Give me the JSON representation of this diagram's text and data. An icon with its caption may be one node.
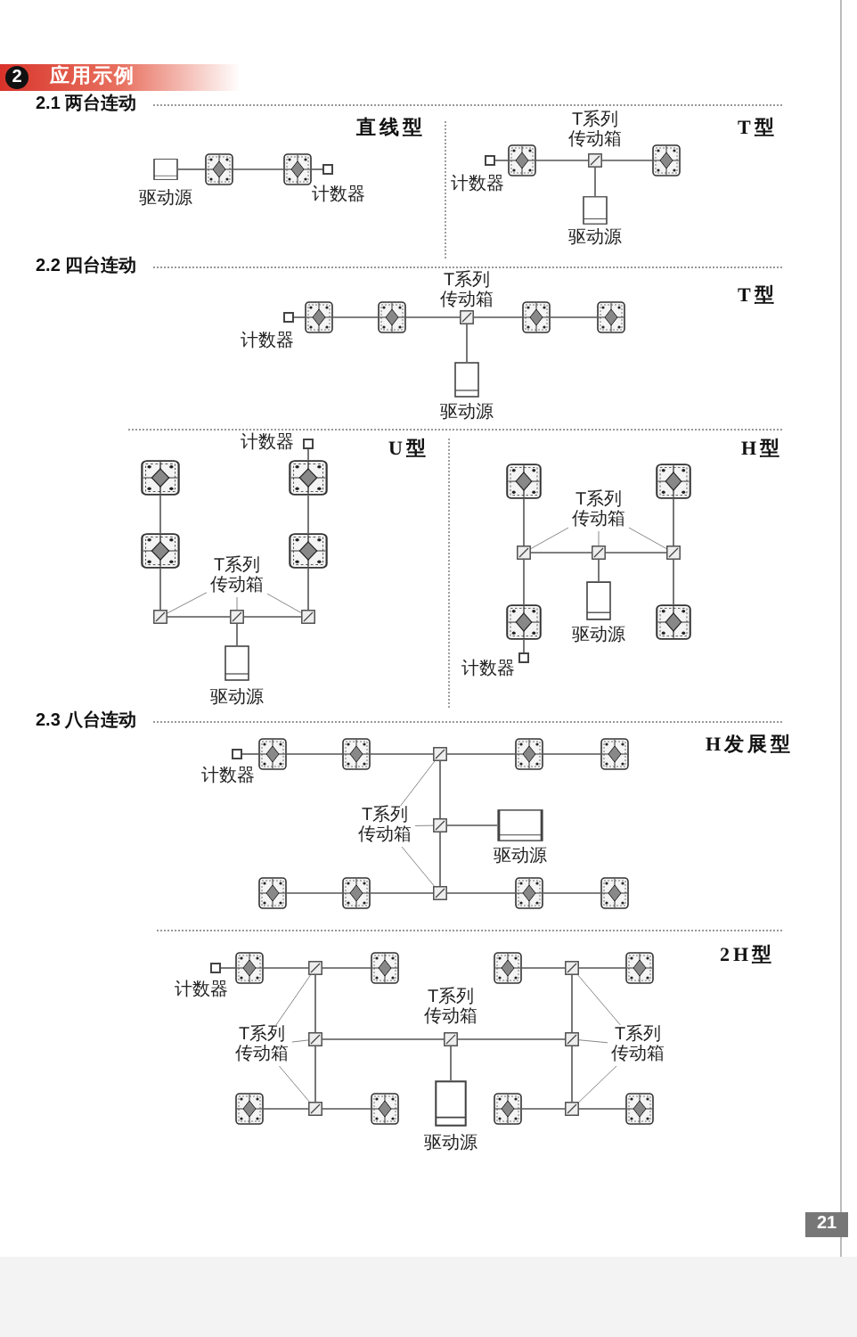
{
  "diagram": {
    "title": "应用示例",
    "nodes": [
      {
        "text": [],
        "shape": "box",
        "beside": [
          "驱动源"
        ]
      },
      {
        "text": [],
        "shape": "picture"
      },
      {
        "text": [],
        "shape": "picture"
      },
      {
        "text": [],
        "shape": "box",
        "beside": [
          "计数器"
        ]
      },
      {
        "text": [],
        "shape": "box",
        "beside": [
          "计数器"
        ]
      },
      {
        "text": [],
        "shape": "picture"
      },
      {
        "text": [],
        "shape": "box",
        "beside": [
          "T系列传动箱"
        ]
      },
      {
        "text": [],
        "shape": "picture"
      },
      {
        "text": [],
        "shape": "box",
        "beside": [
          "驱动源"
        ]
      },
      {
        "text": [],
        "shape": "box",
        "beside": [
          "计数器"
        ]
      },
      {
        "text": [],
        "shape": "picture"
      },
      {
        "text": [],
        "shape": "picture"
      },
      {
        "text": [],
        "shape": "box",
        "beside": [
          "T系列传动箱"
        ]
      },
      {
        "text": [],
        "shape": "picture"
      },
      {
        "text": [],
        "shape": "picture"
      },
      {
        "text": [],
        "shape": "box",
        "beside": [
          "驱动源"
        ]
      },
      {
        "text": [],
        "shape": "picture"
      },
      {
        "text": [],
        "shape": "picture"
      },
      {
        "text": [],
        "shape": "box",
        "beside": [
          "计数器"
        ]
      },
      {
        "text": [],
        "shape": "picture"
      },
      {
        "text": [],
        "shape": "picture"
      },
      {
        "text": [
          "T系列传动箱"
        ]
      },
      {
        "text": [],
        "shape": "box"
      },
      {
        "text": [],
        "shape": "box"
      },
      {
        "text": [],
        "shape": "box"
      },
      {
        "text": [],
        "shape": "box",
        "beside": [
          "驱动源"
        ]
      },
      {
        "text": [],
        "shape": "picture"
      },
      {
        "text": [],
        "shape": "picture"
      },
      {
        "text": [
          "T系列传动箱"
        ]
      },
      {
        "text": [],
        "shape": "box"
      },
      {
        "text": [],
        "shape": "box"
      },
      {
        "text": [],
        "shape": "box"
      },
      {
        "text": [],
        "shape": "box",
        "beside": [
          "驱动源"
        ]
      },
      {
        "text": [],
        "shape": "picture"
      },
      {
        "text": [],
        "shape": "picture"
      },
      {
        "text": [],
        "shape": "box",
        "beside": [
          "计数器"
        ]
      },
      {
        "text": [],
        "shape": "box",
        "beside": [
          "计数器"
        ]
      },
      {
        "text": [],
        "shape": "picture"
      },
      {
        "text": [],
        "shape": "picture"
      },
      {
        "text": [],
        "shape": "box"
      },
      {
        "text": [],
        "shape": "picture"
      },
      {
        "text": [],
        "shape": "picture"
      },
      {
        "text": [
          "T系列传动箱"
        ]
      },
      {
        "text": [],
        "shape": "box"
      },
      {
        "text": [],
        "shape": "box",
        "beside": [
          "驱动源"
        ]
      },
      {
        "text": [],
        "shape": "picture"
      },
      {
        "text": [],
        "shape": "picture"
      },
      {
        "text": [],
        "shape": "box"
      },
      {
        "text": [],
        "shape": "picture"
      },
      {
        "text": [],
        "shape": "picture"
      },
      {
        "text": [],
        "shape": "box",
        "beside": [
          "计数器"
        ]
      },
      {
        "text": [],
        "shape": "picture"
      },
      {
        "text": [],
        "shape": "box"
      },
      {
        "text": [],
        "shape": "picture"
      },
      {
        "text": [],
        "shape": "picture"
      },
      {
        "text": [],
        "shape": "box"
      },
      {
        "text": [],
        "shape": "picture"
      },
      {
        "text": [
          "T系列传动箱"
        ]
      },
      {
        "text": [],
        "shape": "box"
      },
      {
        "text": [],
        "shape": "box",
        "beside": [
          "T系列传动箱"
        ]
      },
      {
        "text": [],
        "shape": "box"
      },
      {
        "text": [
          "T系列传动箱"
        ]
      },
      {
        "text": [],
        "shape": "box",
        "beside": [
          "驱动源"
        ]
      },
      {
        "text": [],
        "shape": "picture"
      },
      {
        "text": [],
        "shape": "box"
      },
      {
        "text": [],
        "shape": "picture"
      },
      {
        "text": [],
        "shape": "picture"
      },
      {
        "text": [],
        "shape": "box"
      },
      {
        "text": [],
        "shape": "picture"
      }
    ],
    "edges": [
      {
        "from": 0,
        "to": 1,
        "arrow": "none"
      },
      {
        "from": 1,
        "to": 2,
        "arrow": "none"
      },
      {
        "from": 2,
        "to": 3,
        "arrow": "none"
      },
      {
        "from": 4,
        "to": 5,
        "arrow": "none"
      },
      {
        "from": 5,
        "to": 6,
        "arrow": "none"
      },
      {
        "from": 6,
        "to": 7,
        "arrow": "none"
      },
      {
        "from": 6,
        "to": 8,
        "arrow": "none"
      },
      {
        "from": 9,
        "to": 10,
        "arrow": "none"
      },
      {
        "from": 10,
        "to": 11,
        "arrow": "none"
      },
      {
        "from": 11,
        "to": 12,
        "arrow": "none"
      },
      {
        "from": 12,
        "to": 13,
        "arrow": "none"
      },
      {
        "from": 13,
        "to": 14,
        "arrow": "none"
      },
      {
        "from": 12,
        "to": 15,
        "arrow": "none"
      },
      {
        "from": 16,
        "to": 19,
        "arrow": "none"
      },
      {
        "from": 19,
        "to": 22,
        "arrow": "none"
      },
      {
        "from": 22,
        "to": 23,
        "arrow": "none"
      },
      {
        "from": 23,
        "to": 24,
        "arrow": "none"
      },
      {
        "from": 24,
        "to": 20,
        "arrow": "none"
      },
      {
        "from": 20,
        "to": 17,
        "arrow": "none"
      },
      {
        "from": 17,
        "to": 18,
        "arrow": "none"
      },
      {
        "from": 23,
        "to": 25,
        "arrow": "none"
      },
      {
        "from": 21,
        "to": 22,
        "arrow": "none"
      },
      {
        "from": 21,
        "to": 23,
        "arrow": "none"
      },
      {
        "from": 21,
        "to": 24,
        "arrow": "none"
      },
      {
        "from": 26,
        "to": 29,
        "arrow": "none"
      },
      {
        "from": 29,
        "to": 33,
        "arrow": "none"
      },
      {
        "from": 33,
        "to": 35,
        "arrow": "none"
      },
      {
        "from": 29,
        "to": 30,
        "arrow": "none"
      },
      {
        "from": 30,
        "to": 31,
        "arrow": "none"
      },
      {
        "from": 27,
        "to": 31,
        "arrow": "none"
      },
      {
        "from": 31,
        "to": 34,
        "arrow": "none"
      },
      {
        "from": 30,
        "to": 32,
        "arrow": "none"
      },
      {
        "from": 28,
        "to": 29,
        "arrow": "none"
      },
      {
        "from": 28,
        "to": 30,
        "arrow": "none"
      },
      {
        "from": 28,
        "to": 31,
        "arrow": "none"
      },
      {
        "from": 36,
        "to": 37,
        "arrow": "none"
      },
      {
        "from": 37,
        "to": 38,
        "arrow": "none"
      },
      {
        "from": 38,
        "to": 39,
        "arrow": "none"
      },
      {
        "from": 39,
        "to": 40,
        "arrow": "none"
      },
      {
        "from": 40,
        "to": 41,
        "arrow": "none"
      },
      {
        "from": 39,
        "to": 43,
        "arrow": "none"
      },
      {
        "from": 43,
        "to": 47,
        "arrow": "none"
      },
      {
        "from": 43,
        "to": 44,
        "arrow": "none"
      },
      {
        "from": 45,
        "to": 46,
        "arrow": "none"
      },
      {
        "from": 46,
        "to": 47,
        "arrow": "none"
      },
      {
        "from": 47,
        "to": 48,
        "arrow": "none"
      },
      {
        "from": 48,
        "to": 49,
        "arrow": "none"
      },
      {
        "from": 42,
        "to": 39,
        "arrow": "none"
      },
      {
        "from": 42,
        "to": 43,
        "arrow": "none"
      },
      {
        "from": 42,
        "to": 47,
        "arrow": "none"
      },
      {
        "from": 50,
        "to": 51,
        "arrow": "none"
      },
      {
        "from": 51,
        "to": 52,
        "arrow": "none"
      },
      {
        "from": 52,
        "to": 53,
        "arrow": "none"
      },
      {
        "from": 54,
        "to": 55,
        "arrow": "none"
      },
      {
        "from": 55,
        "to": 56,
        "arrow": "none"
      },
      {
        "from": 52,
        "to": 58,
        "arrow": "none"
      },
      {
        "from": 58,
        "to": 64,
        "arrow": "none"
      },
      {
        "from": 55,
        "to": 60,
        "arrow": "none"
      },
      {
        "from": 60,
        "to": 67,
        "arrow": "none"
      },
      {
        "from": 58,
        "to": 59,
        "arrow": "none"
      },
      {
        "from": 59,
        "to": 60,
        "arrow": "none"
      },
      {
        "from": 59,
        "to": 62,
        "arrow": "none"
      },
      {
        "from": 63,
        "to": 64,
        "arrow": "none"
      },
      {
        "from": 64,
        "to": 65,
        "arrow": "none"
      },
      {
        "from": 66,
        "to": 67,
        "arrow": "none"
      },
      {
        "from": 67,
        "to": 68,
        "arrow": "none"
      },
      {
        "from": 57,
        "to": 52,
        "arrow": "none"
      },
      {
        "from": 57,
        "to": 58,
        "arrow": "none"
      },
      {
        "from": 57,
        "to": 64,
        "arrow": "none"
      },
      {
        "from": 61,
        "to": 55,
        "arrow": "none"
      },
      {
        "from": 61,
        "to": 60,
        "arrow": "none"
      },
      {
        "from": 61,
        "to": 67,
        "arrow": "none"
      }
    ],
    "labels": [
      "2",
      "2.1 两台连动",
      "直线型",
      "T型",
      "2.2 四台连动",
      "T型",
      "U型",
      "H型",
      "2.3 八台连动",
      "H发展型",
      "2H型",
      "21"
    ]
  }
}
